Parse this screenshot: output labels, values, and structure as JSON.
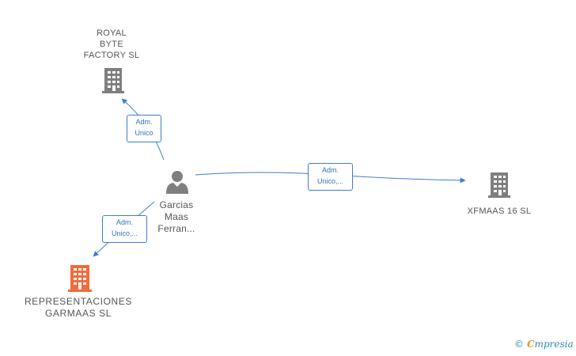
{
  "nodes": {
    "royal": {
      "label": "ROYAL\nBYTE\nFACTORY SL",
      "icon": "building-icon",
      "color": "#808080"
    },
    "person": {
      "label": "Garcias\nMaas\nFerran...",
      "icon": "person-icon",
      "color": "#808080"
    },
    "xfmaas": {
      "label": "XFMAAS 16  SL",
      "icon": "building-icon",
      "color": "#808080"
    },
    "main": {
      "label": "REPRESENTACIONES\nGARMAAS  SL",
      "icon": "building-icon",
      "color": "#f26b3a"
    }
  },
  "edges": {
    "to_royal": {
      "label": "Adm.\nUnico"
    },
    "to_xfmaas": {
      "label": "Adm.\nUnico,..."
    },
    "to_main": {
      "label": "Adm.\nUnico,..."
    }
  },
  "colors": {
    "edge": "#3d7ec9",
    "edge_text": "#2f73c0"
  },
  "watermark": {
    "copyright": "©",
    "brand_first": "C",
    "brand_rest": "mpresia"
  }
}
